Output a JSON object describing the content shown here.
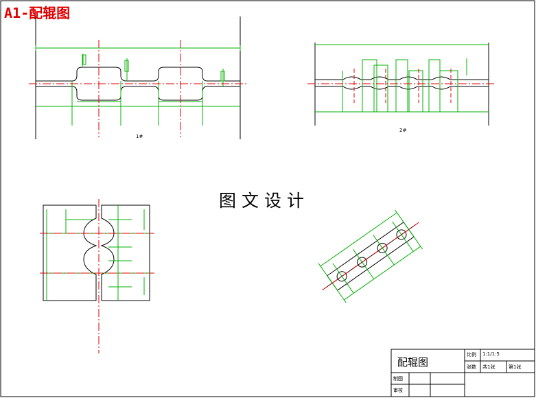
{
  "sheet_title": "A1-配辊图",
  "center_caption": "图文设计",
  "views": {
    "top_left_label": "1#",
    "top_right_label": "2#"
  },
  "title_block": {
    "drawing_name": "配辊图",
    "scale_label": "比例",
    "scale_value": "1:1/1:5",
    "sheets_label": "张数",
    "sheets_total": "共1张",
    "sheet_no": "第1张",
    "drawn_by_label": "制图",
    "reviewed_by_label": "审核"
  },
  "colors": {
    "outline": "#000000",
    "dimension": "#00b000",
    "centerline": "#e00000",
    "title": "#e00000"
  }
}
